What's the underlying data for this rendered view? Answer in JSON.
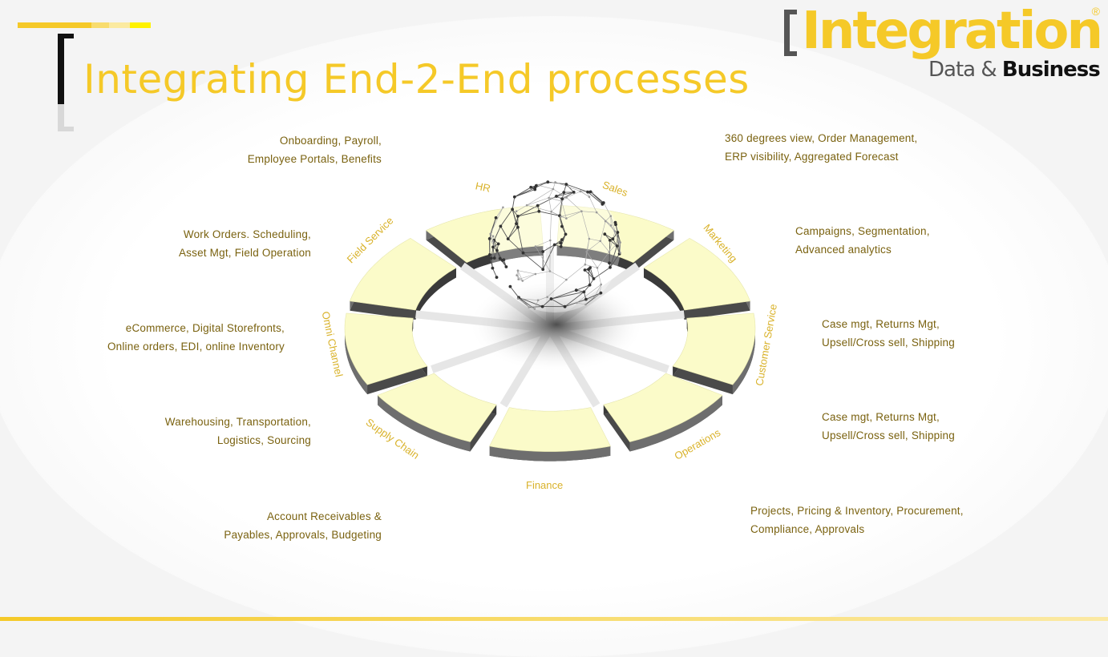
{
  "title": "Integrating End-2-End processes",
  "logo": {
    "word": "Integration",
    "registered": "®",
    "sub_prefix": "Data & ",
    "sub_bold": "Business"
  },
  "colors": {
    "accent": "#f5c928",
    "segment_fill": "#fbfbc9",
    "text_brown": "#7a6210",
    "label_gold": "#d9b22a"
  },
  "segments": [
    {
      "name": "HR"
    },
    {
      "name": "Sales"
    },
    {
      "name": "Marketing"
    },
    {
      "name": "Customer Service"
    },
    {
      "name": "Operations"
    },
    {
      "name": "Finance"
    },
    {
      "name": "Supply Chain"
    },
    {
      "name": "Omni Channel"
    },
    {
      "name": "Field Service"
    }
  ],
  "descriptions": {
    "hr": [
      "Onboarding, Payroll,",
      "Employee Portals, Benefits"
    ],
    "sales": [
      "360 degrees view, Order Management,",
      "ERP visibility, Aggregated Forecast"
    ],
    "marketing": [
      "Campaigns, Segmentation,",
      "Advanced analytics"
    ],
    "customer_service": [
      "Case mgt, Returns Mgt,",
      "Upsell/Cross sell, Shipping"
    ],
    "operations_top": [
      "Case mgt, Returns Mgt,",
      "Upsell/Cross sell, Shipping"
    ],
    "operations_bottom": [
      "Projects, Pricing & Inventory, Procurement,",
      "Compliance, Approvals"
    ],
    "field_service": [
      "Work Orders. Scheduling,",
      "Asset Mgt, Field Operation"
    ],
    "omni_channel": [
      "eCommerce, Digital Storefronts,",
      "Online orders, EDI, online Inventory"
    ],
    "supply_chain": [
      "Warehousing, Transportation,",
      "Logistics, Sourcing"
    ],
    "finance": [
      "Account Receivables &",
      "Payables, Approvals, Budgeting"
    ]
  },
  "icons": {
    "center": "network-globe-icon"
  }
}
